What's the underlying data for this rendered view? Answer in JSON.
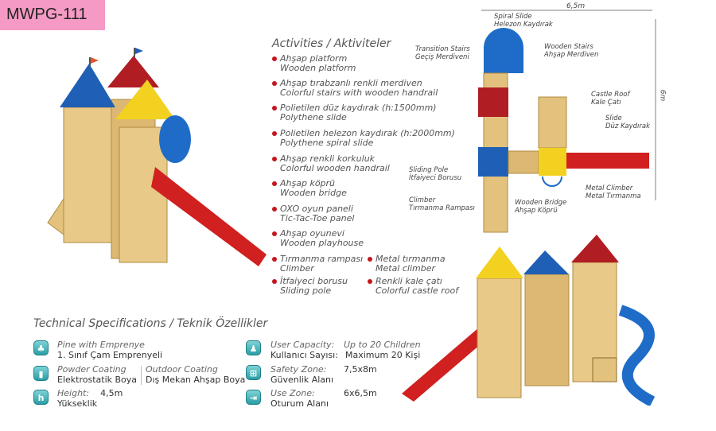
{
  "product_code": "MWPG-111",
  "activities": {
    "title": "Activities / Aktiviteler",
    "items": [
      {
        "tr": "Ahşap platform",
        "en": "Wooden platform"
      },
      {
        "tr": "Ahşap tırabzanlı renkli merdiven",
        "en": "Colorful stairs with wooden handrail"
      },
      {
        "tr": "Polietilen düz kaydırak (h:1500mm)",
        "en": "Polythene slide"
      },
      {
        "tr": "Polietilen helezon kaydırak (h:2000mm)",
        "en": "Polythene spiral slide"
      },
      {
        "tr": "Ahşap renkli korkuluk",
        "en": "Colorful wooden handrail"
      },
      {
        "tr": "Ahşap köprü",
        "en": "Wooden bridge"
      },
      {
        "tr": "OXO oyun paneli",
        "en": "Tic-Tac-Toe panel"
      },
      {
        "tr": "Ahşap oyunevi",
        "en": "Wooden playhouse"
      },
      {
        "tr": "Tırmanma rampası",
        "en": "Climber"
      },
      {
        "tr": "Metal tırmanma",
        "en": "Metal climber"
      },
      {
        "tr": "İtfaiyeci borusu",
        "en": "Sliding pole"
      },
      {
        "tr": "Renkli kale çatı",
        "en": "Colorful castle roof"
      }
    ]
  },
  "plan": {
    "width": "6,5m",
    "depth": "6m",
    "labels": {
      "spiral": [
        "Spiral Slide",
        "Helezon Kaydırak"
      ],
      "transition": [
        "Transition Stairs",
        "Geçiş Merdiveni"
      ],
      "wooden_stairs": [
        "Wooden Stairs",
        "Ahşap Merdiven"
      ],
      "roof": [
        "Castle Roof",
        "Kale Çatı"
      ],
      "slide": [
        "Slide",
        "Düz Kaydırak"
      ],
      "pole": [
        "Sliding Pole",
        "İtfaiyeci Borusu"
      ],
      "climber": [
        "Climber",
        "Tırmanma Rampası"
      ],
      "bridge": [
        "Wooden Bridge",
        "Ahşap Köprü"
      ],
      "metal": [
        "Metal Climber",
        "Metal Tırmanma"
      ]
    }
  },
  "specs": {
    "title": "Technical Specifications / Teknik Özellikler",
    "material": {
      "en": "Pine with Emprenye",
      "tr": "1. Sınıf Çam Emprenyeli"
    },
    "powder": {
      "en": "Powder Coating",
      "tr": "Elektrostatik Boya"
    },
    "outdoor": {
      "en": "Outdoor Coating",
      "tr": "Dış Mekan Ahşap Boya"
    },
    "height": {
      "en": "Height:",
      "tr": "Yükseklik",
      "value": "4,5m",
      "icon": "h"
    },
    "capacity": {
      "en": "User Capacity:",
      "tr": "Kullanıcı Sayısı:",
      "value_en": "Up to 20 Children",
      "value_tr": "Maximum 20 Kişi"
    },
    "safety": {
      "en": "Safety Zone:",
      "tr": "Güvenlik Alanı",
      "value": "7,5x8m"
    },
    "use": {
      "en": "Use Zone:",
      "tr": "Oturum Alanı",
      "value": "6x6,5m"
    }
  },
  "colors": {
    "accent": "#c4161c",
    "badge": "#f59ac4",
    "icon": "#2a9ea5"
  }
}
